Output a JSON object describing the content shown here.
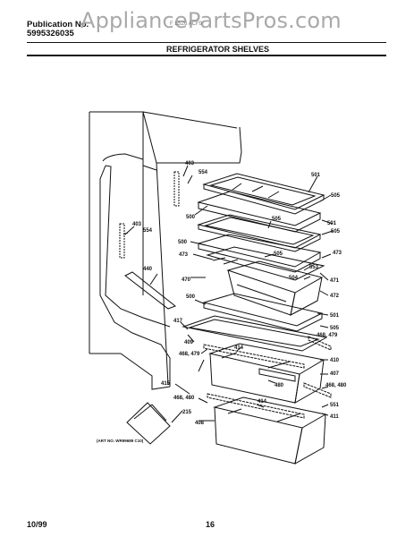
{
  "header": {
    "pub_label": "Publication No.",
    "pub_number": "5995326035",
    "watermark": "AppliancePartsPros.com",
    "model_code": "F LS26 ACF9",
    "title": "REFRIGERATOR SHELVES"
  },
  "footer": {
    "date": "10/99",
    "page": "16"
  },
  "art_note": "(ART NO. WR99689 C10)",
  "callouts": [
    "403",
    "554",
    "501",
    "505",
    "500",
    "505",
    "501",
    "505",
    "403",
    "554",
    "500",
    "473",
    "505",
    "473",
    "553",
    "471",
    "504",
    "440",
    "470",
    "472",
    "500",
    "501",
    "505",
    "417",
    "409",
    "414",
    "468, 479",
    "468, 479",
    "410",
    "407",
    "480",
    "415",
    "468, 480",
    "468, 480",
    "414",
    "551",
    "411",
    "215",
    "408"
  ]
}
